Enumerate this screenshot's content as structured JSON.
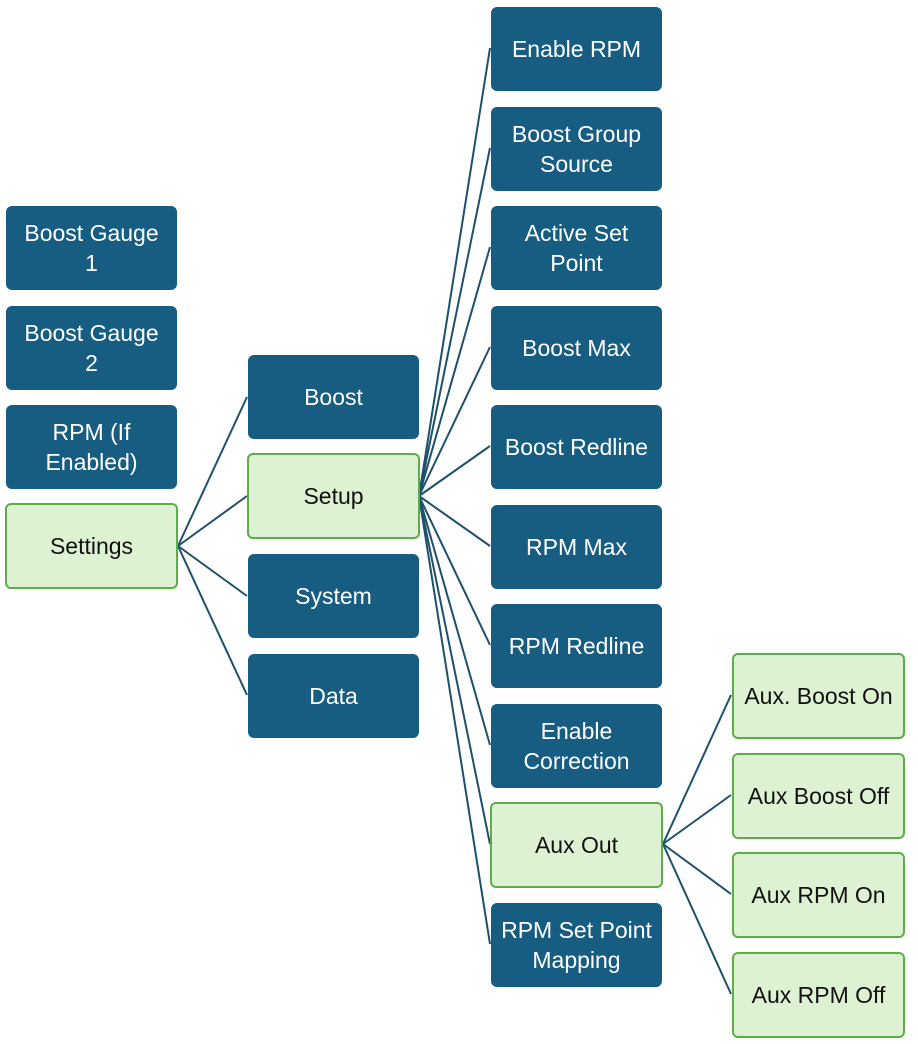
{
  "colors": {
    "dark_node": "#175d82",
    "light_node": "#dcf2d2",
    "light_border": "#5cae48",
    "connector": "#1d506d"
  },
  "root": {
    "gauges": [
      "Boost Gauge\n1",
      "Boost Gauge\n2",
      "RPM (If\nEnabled)"
    ],
    "settings": "Settings"
  },
  "settings_menu": [
    "Boost",
    "Setup",
    "System",
    "Data"
  ],
  "setup_menu": [
    "Enable RPM",
    "Boost Group\nSource",
    "Active Set\nPoint",
    "Boost Max",
    "Boost Redline",
    "RPM Max",
    "RPM Redline",
    "Enable\nCorrection",
    "Aux Out",
    "RPM Set Point\nMapping"
  ],
  "aux_menu": [
    "Aux. Boost On",
    "Aux Boost Off",
    "Aux RPM On",
    "Aux RPM Off"
  ]
}
